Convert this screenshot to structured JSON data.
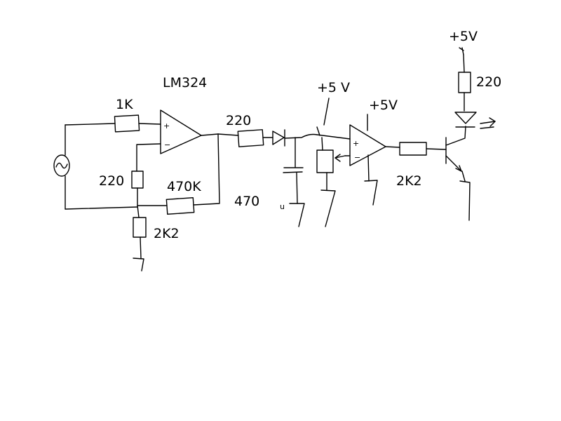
{
  "schematic": {
    "labels": {
      "opamp1_part": "LM324",
      "r_input": "1K",
      "r_feedback_small": "220",
      "r_feedback_large": "470K",
      "r_ground": "2K2",
      "r_out1": "220",
      "cap_value": "470",
      "cap_unit": "u",
      "supply_pot": "+5 V",
      "supply_opamp2": "+5V",
      "r_out2": "2K2",
      "supply_led": "+5V",
      "r_led": "220"
    },
    "components": {
      "source": "ac-source",
      "opamp1": "op-amp",
      "opamp2": "op-amp",
      "diode": "diode",
      "pot": "potentiometer",
      "transistor": "npn-transistor",
      "led": "led"
    }
  }
}
